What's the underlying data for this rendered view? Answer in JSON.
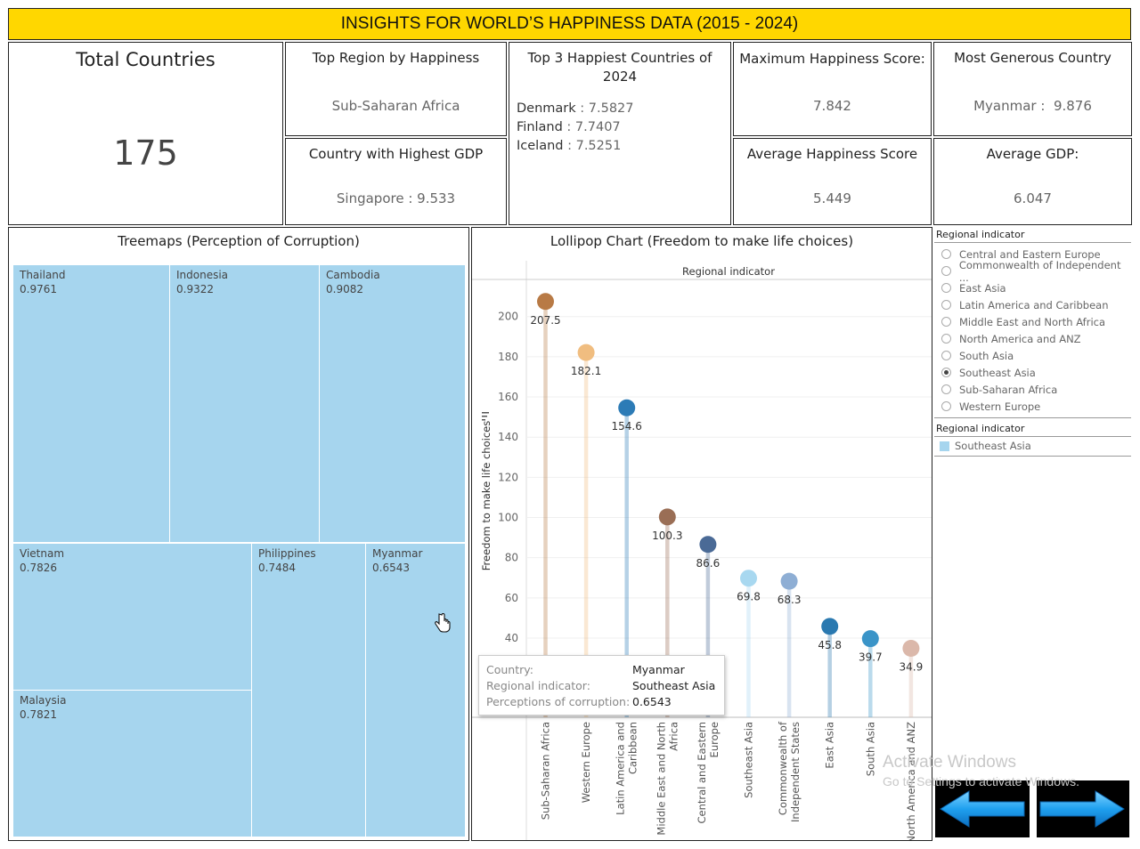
{
  "title": "INSIGHTS FOR WORLD’S HAPPINESS DATA (2015 - 2024)",
  "kpis": {
    "total_countries": {
      "label": "Total Countries",
      "value": "175"
    },
    "top_region": {
      "label": "Top Region by Happiness",
      "value": "Sub-Saharan Africa"
    },
    "highest_gdp": {
      "label": "Country with Highest GDP",
      "value": "Singapore : 9.533"
    },
    "top3": {
      "label": "Top 3 Happiest Countries of 2024",
      "items": [
        {
          "name": "Denmark",
          "value": " : 7.5827"
        },
        {
          "name": "Finland",
          "value": " : 7.7407"
        },
        {
          "name": "Iceland",
          "value": " : 7.5251"
        }
      ]
    },
    "max_happiness": {
      "label": "Maximum Happiness Score:",
      "value": "7.842"
    },
    "avg_happiness": {
      "label": "Average Happiness Score",
      "value": "5.449"
    },
    "most_generous": {
      "label": "Most Generous Country",
      "value": "Myanmar :  9.876"
    },
    "avg_gdp": {
      "label": "Average GDP:",
      "value": "6.047"
    }
  },
  "treemap": {
    "title": "Treemaps (Perception of Corruption)",
    "cells": [
      {
        "name": "Thailand",
        "value": "0.9761"
      },
      {
        "name": "Indonesia",
        "value": "0.9322"
      },
      {
        "name": "Cambodia",
        "value": "0.9082"
      },
      {
        "name": "Vietnam",
        "value": "0.7826"
      },
      {
        "name": "Philippines",
        "value": "0.7484"
      },
      {
        "name": "Myanmar",
        "value": "0.6543"
      },
      {
        "name": "Malaysia",
        "value": "0.7821"
      }
    ],
    "color": "#a6d5ee"
  },
  "chart_title": "Lollipop Chart (Freedom to make life choices)",
  "chart_data": {
    "type": "lollipop",
    "header": "Regional indicator",
    "ylabel": "Freedom to make life choices",
    "yticks": [
      40,
      60,
      80,
      100,
      120,
      140,
      160,
      180,
      200
    ],
    "categories": [
      "Sub-Saharan Africa",
      "Western Europe",
      "Latin America and Caribbean",
      "Middle East and North Africa",
      "Central and Eastern Europe",
      "Southeast Asia",
      "Commonwealth of Independent States",
      "East Asia",
      "South Asia",
      "North America and ANZ"
    ],
    "category_lines": [
      [
        "Sub-Saharan Africa"
      ],
      [
        "Western Europe"
      ],
      [
        "Latin America and",
        "Caribbean"
      ],
      [
        "Middle East and North",
        "Africa"
      ],
      [
        "Central and Eastern",
        "Europe"
      ],
      [
        "Southeast Asia"
      ],
      [
        "Commonwealth of",
        "Independent States"
      ],
      [
        "East Asia"
      ],
      [
        "South Asia"
      ],
      [
        "North America and ANZ"
      ]
    ],
    "values": [
      207.5,
      182.1,
      154.6,
      100.3,
      86.6,
      69.8,
      68.3,
      45.8,
      39.7,
      34.9
    ],
    "labels": [
      "207.5",
      "182.1",
      "154.6",
      "100.3",
      "86.6",
      "69.8",
      "68.3",
      "45.8",
      "39.7",
      "34.9"
    ],
    "colors": [
      "#b87a45",
      "#f0bd80",
      "#2c7bb6",
      "#9a6e55",
      "#4a6a96",
      "#a8d8f0",
      "#8eaed4",
      "#2a79b0",
      "#3a94c8",
      "#dbb8aa"
    ]
  },
  "filter": {
    "header": "Regional indicator",
    "options": [
      "Central and Eastern Europe",
      "Commonwealth of Independent ...",
      "East Asia",
      "Latin America and Caribbean",
      "Middle East and North Africa",
      "North America and ANZ",
      "South Asia",
      "Southeast Asia",
      "Sub-Saharan Africa",
      "Western Europe"
    ],
    "selected_index": 7
  },
  "color_legend": {
    "header": "Regional indicator",
    "item": "Southeast Asia",
    "color": "#a6d5ee"
  },
  "tooltip": {
    "rows": [
      {
        "key": "Country:",
        "value": "Myanmar"
      },
      {
        "key": "Regional indicator:",
        "value": "Southeast Asia"
      },
      {
        "key": "Perceptions of corruption:",
        "value": "0.6543"
      }
    ]
  },
  "nav": {
    "prev_icon": "arrow-left-icon",
    "next_icon": "arrow-right-icon",
    "color": "#1fa0ef"
  },
  "watermark": {
    "line1": "Activate Windows",
    "line2": "Go to Settings to activate Windows."
  }
}
